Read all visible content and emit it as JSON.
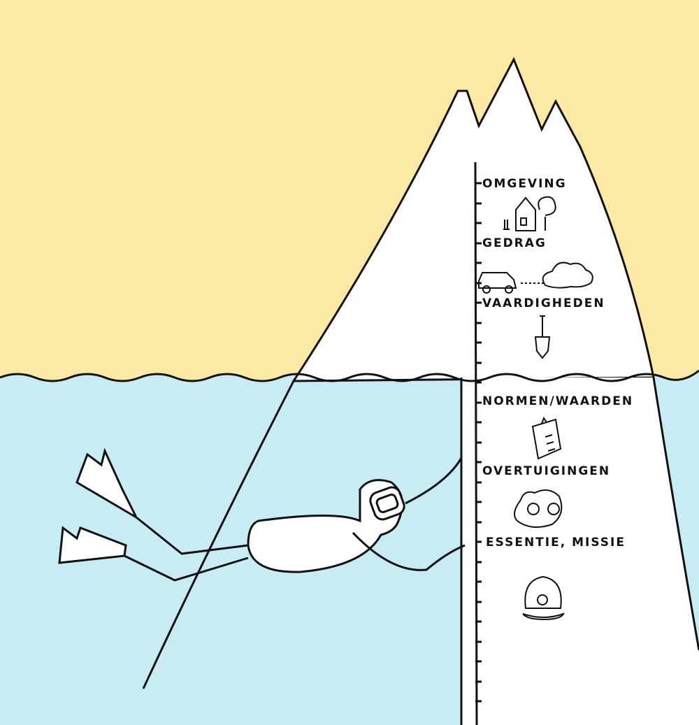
{
  "colors": {
    "sky": "#fde9a6",
    "water": "#c8ecf4",
    "ice": "#ffffff",
    "ink": "#111111"
  },
  "levels": [
    {
      "label": "OMGEVING",
      "icon": "house-tree-icon"
    },
    {
      "label": "GEDRAG",
      "icon": "car-icon"
    },
    {
      "label": "VAARDIGHEDEN",
      "icon": "shovel-icon"
    },
    {
      "label": "NORMEN/WAARDEN",
      "icon": "clipboard-icon"
    },
    {
      "label": "OVERTUIGINGEN",
      "icon": "glasses-icon"
    },
    {
      "label": "ESSENTIE, MISSIE",
      "icon": "pearl-shell-icon"
    }
  ]
}
